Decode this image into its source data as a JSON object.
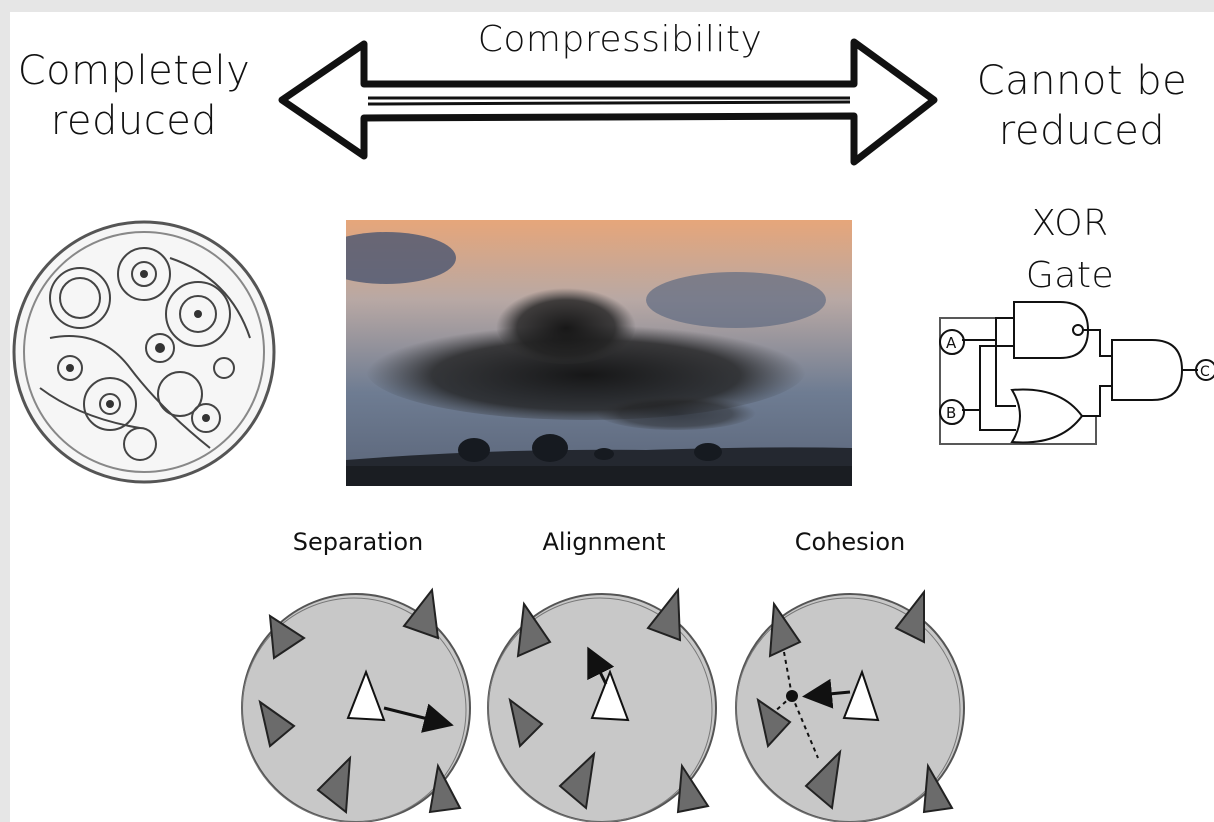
{
  "scale": {
    "title": "Compressibility",
    "left_label_line1": "Completely",
    "left_label_line2": "reduced",
    "right_label_line1": "Cannot be",
    "right_label_line2": "reduced"
  },
  "examples": {
    "xor_title_line1": "XOR",
    "xor_title_line2": "Gate",
    "xor_input_a": "A",
    "xor_input_b": "B",
    "xor_output": "C"
  },
  "boids_rules": [
    {
      "label": "Separation"
    },
    {
      "label": "Alignment"
    },
    {
      "label": "Cohesion"
    }
  ],
  "colors": {
    "ink": "#111111",
    "circle_fill": "#c8c8c8",
    "boid_dark": "#6b6b6b",
    "sky_top": "#e8a878",
    "sky_bottom": "#4e5a70"
  }
}
